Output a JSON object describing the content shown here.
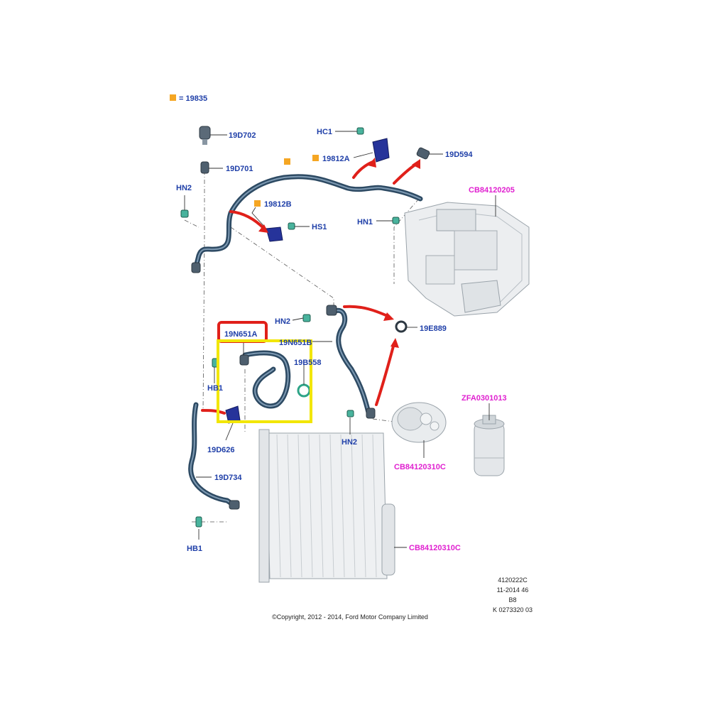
{
  "legend": {
    "label": "= 19835",
    "color": "#f5a623"
  },
  "labels": {
    "p19D702": "19D702",
    "p19D701": "19D701",
    "hn2_top": "HN2",
    "hc1": "HC1",
    "p19812A": "19812A",
    "p19D594": "19D594",
    "p19812B": "19812B",
    "hs1": "HS1",
    "hn1": "HN1",
    "cb_hvac": "CB84120205",
    "hn2_mid": "HN2",
    "p19E889": "19E889",
    "p19N651A": "19N651A",
    "p19N651B": "19N651B",
    "p19B558": "19B558",
    "hb1_mid": "HB1",
    "p19D626": "19D626",
    "hn2_low": "HN2",
    "zfa": "ZFA0301013",
    "cb_comp": "CB84120310C",
    "p19D734": "19D734",
    "hb1_bottom": "HB1",
    "cb_cond": "CB84120310C"
  },
  "meta": {
    "line1": "4120222C",
    "line2": "11-2014 46",
    "line3": "B8",
    "line4": "K 0273320 03"
  },
  "copyright": "©Copyright, 2012 - 2014, Ford Motor Company Limited",
  "colors": {
    "label_blue": "#1f3fa8",
    "label_magenta": "#e020d0",
    "hose": "#2d4a63",
    "highlight_red": "#e0201a",
    "highlight_yellow": "#f2e600"
  }
}
